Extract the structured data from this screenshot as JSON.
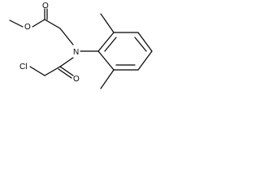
{
  "atoms": {
    "ester_oxygen": "O",
    "carbonyl_oxygen_top": "O",
    "nitrogen": "N",
    "chlorine": "Cl",
    "carbonyl_oxygen_bottom": "O"
  }
}
